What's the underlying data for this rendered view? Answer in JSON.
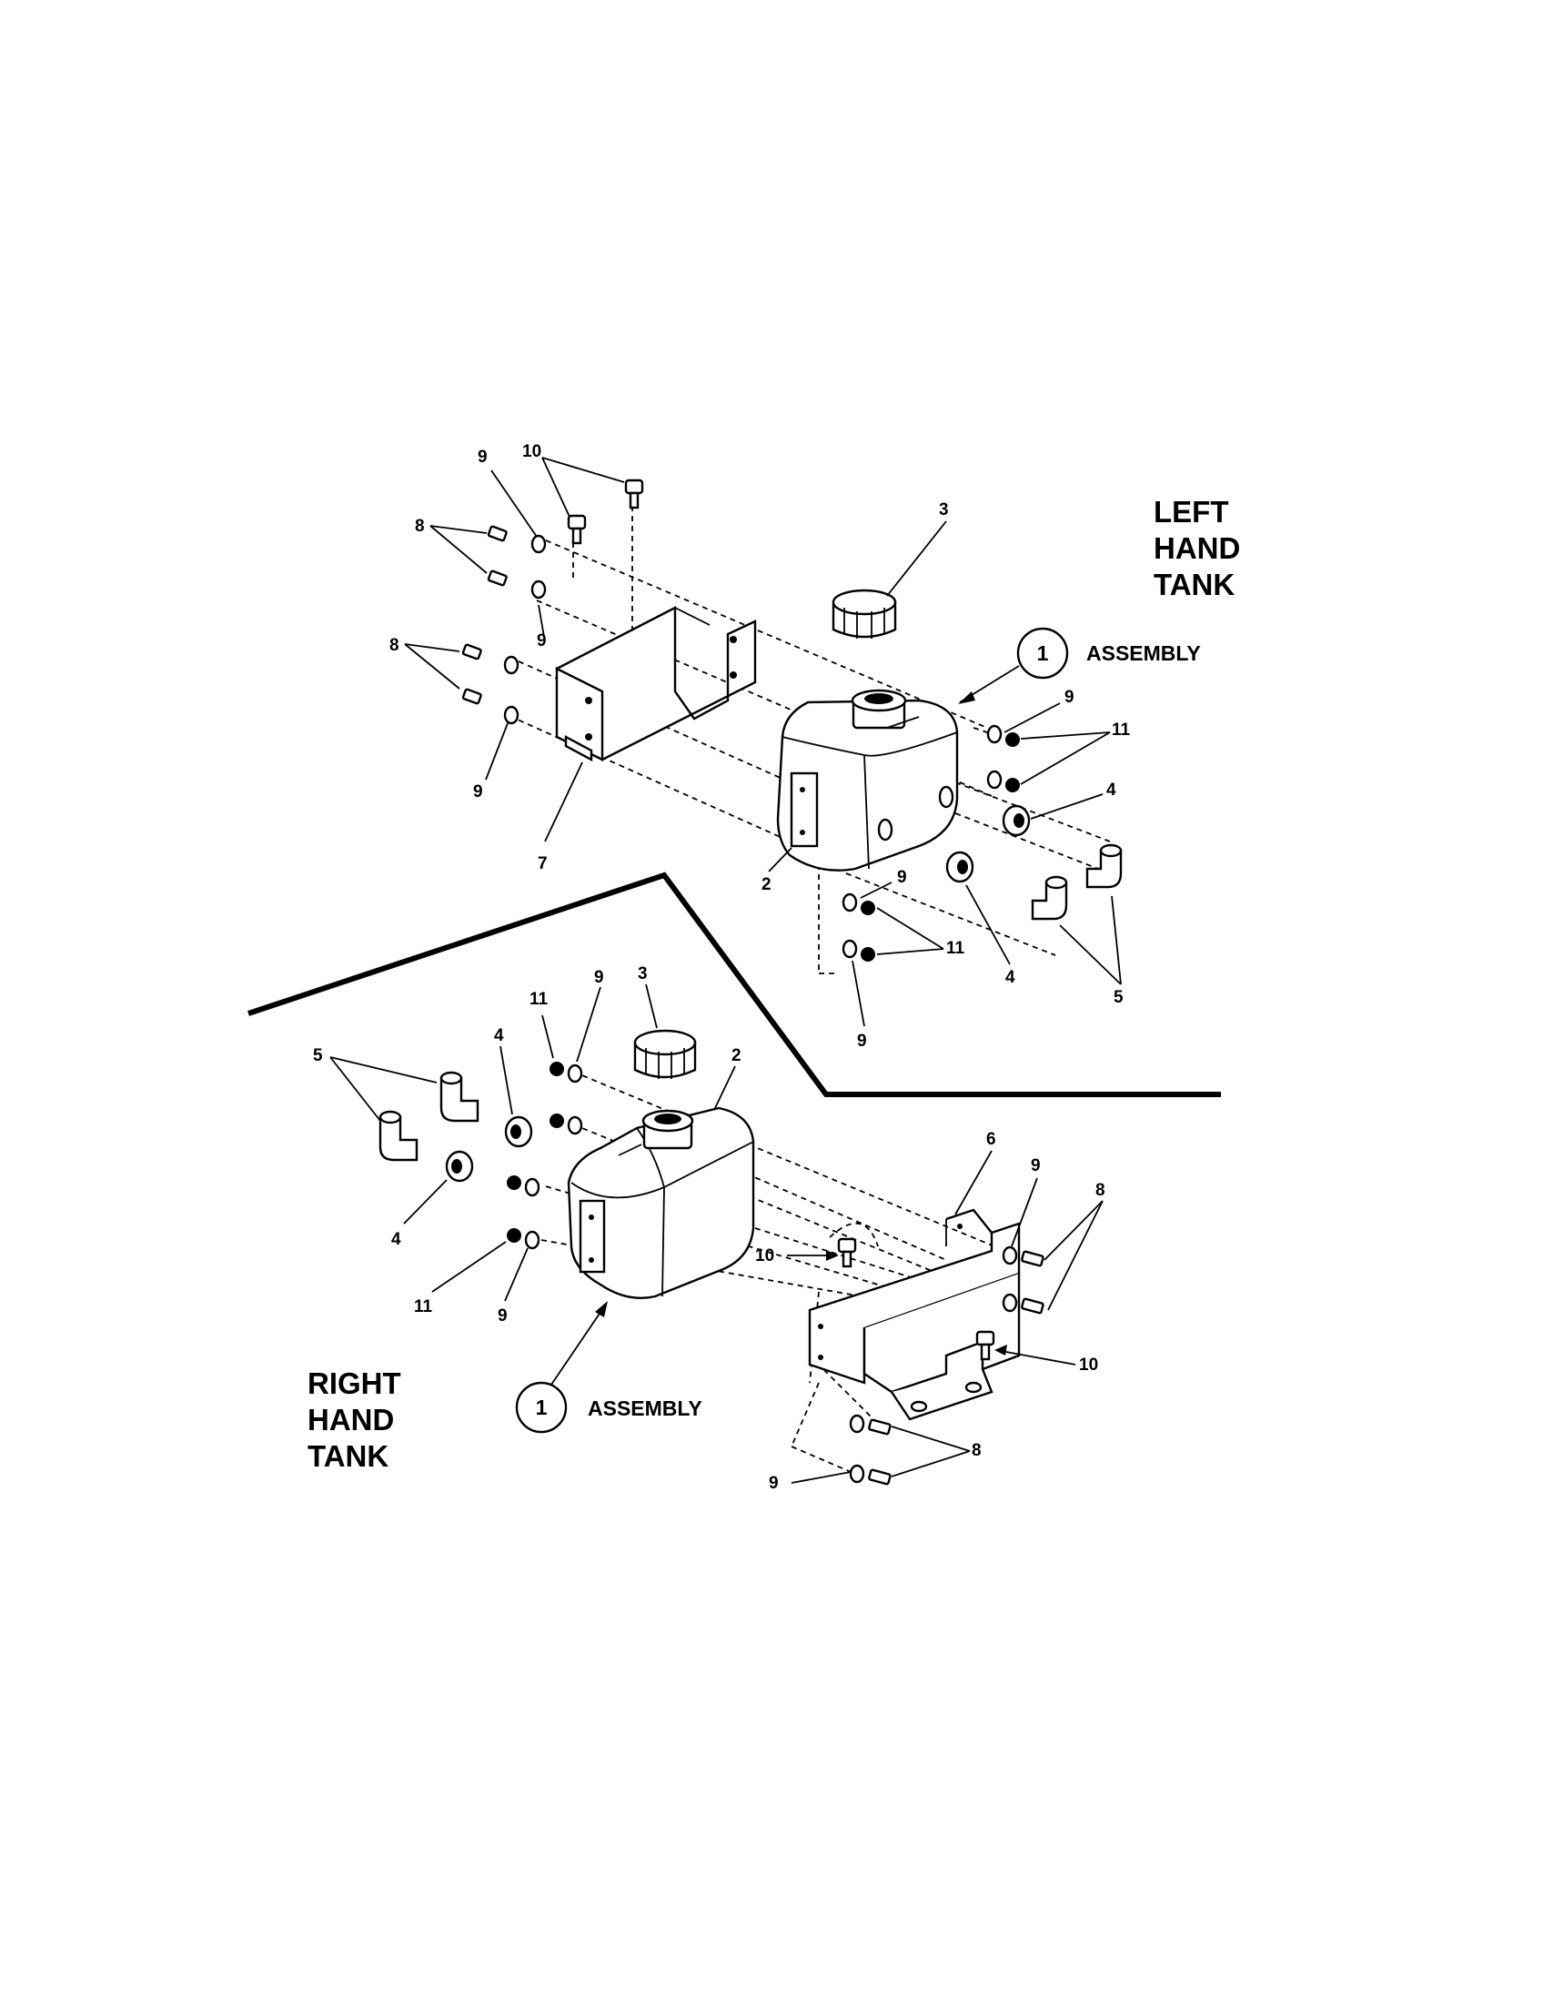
{
  "left_tank": {
    "title_lines": [
      "LEFT",
      "HAND",
      "TANK"
    ],
    "assembly": {
      "callout": "1",
      "label": "ASSEMBLY"
    },
    "callouts": [
      "10",
      "9",
      "8",
      "3",
      "9",
      "8",
      "9",
      "9",
      "11",
      "4",
      "7",
      "2",
      "9",
      "11",
      "4",
      "5",
      "9"
    ]
  },
  "right_tank": {
    "title_lines": [
      "RIGHT",
      "HAND",
      "TANK"
    ],
    "assembly": {
      "callout": "1",
      "label": "ASSEMBLY"
    },
    "callouts": [
      "11",
      "9",
      "3",
      "5",
      "4",
      "2",
      "4",
      "11",
      "9",
      "6",
      "9",
      "8",
      "10",
      "10",
      "8",
      "9"
    ]
  }
}
